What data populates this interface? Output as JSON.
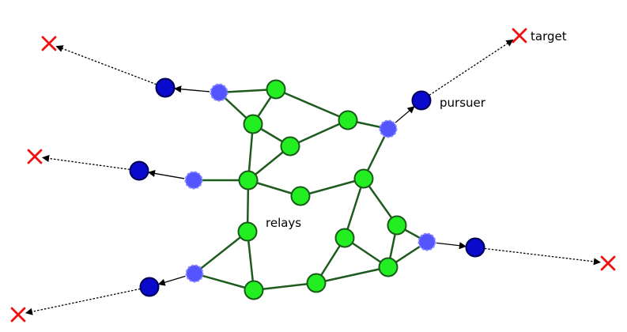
{
  "labels": {
    "target": "target",
    "pursuer": "pursuer",
    "relays": "relays"
  },
  "colors": {
    "relay_fill": "#22ee22",
    "relay_stroke": "#1a5a1a",
    "edge": "#1f5a1f",
    "ghost_fill": "#5555ff",
    "pursuer_fill": "#0a0acc",
    "pursuer_stroke": "#000055",
    "target_mark": "#ee1111",
    "arrow": "#000000"
  },
  "icons": {
    "target": "cross-icon",
    "relay": "green-circle",
    "pursuer": "blue-circle",
    "ghost": "dashed-circle"
  }
}
